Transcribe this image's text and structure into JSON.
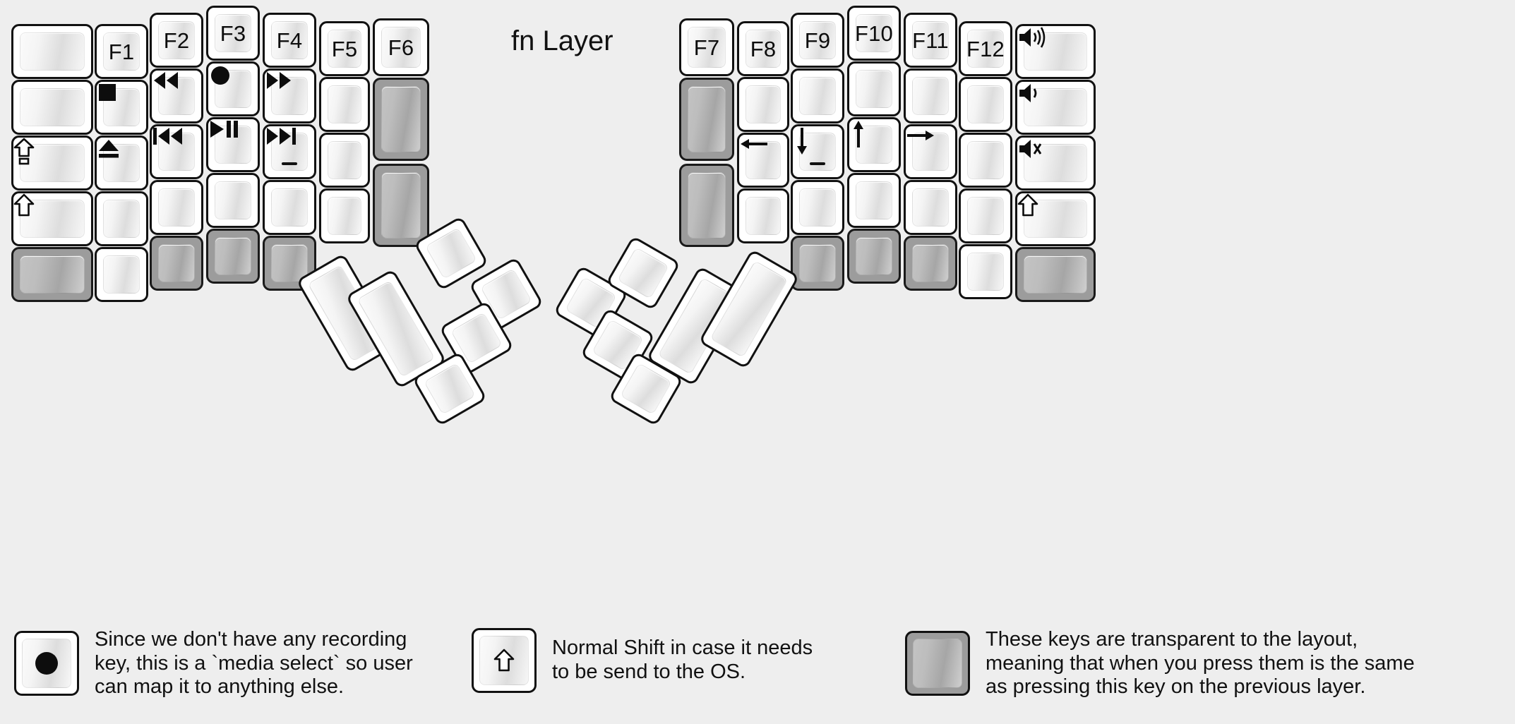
{
  "title": "fn Layer",
  "colors": {
    "background": "#eeeeee",
    "key_face": "#ffffff",
    "key_border": "#111111",
    "transparent_key": "#9c9c9c",
    "text": "#0d0d0d"
  },
  "legend": [
    {
      "key_glyph": "record-dot",
      "text": "Since we don't have any recording\nkey, this is a `media select` so user\ncan map it to anything else."
    },
    {
      "key_glyph": "shift-arrow",
      "text": "Normal Shift in case it needs\nto be send to the OS."
    },
    {
      "key_glyph": "transparent",
      "text": "These keys are transparent to the layout,\nmeaning that when you press them is the same\nas pressing this key on the previous layer."
    }
  ],
  "left_half": {
    "columns": [
      {
        "name": "col-pinky-outer",
        "keys": [
          {
            "label": "",
            "glyph": "",
            "type": "normal"
          },
          {
            "label": "",
            "glyph": "",
            "type": "normal"
          },
          {
            "label": "",
            "glyph": "shift-lock",
            "type": "normal"
          },
          {
            "label": "",
            "glyph": "shift-arrow",
            "type": "normal"
          },
          {
            "label": "",
            "glyph": "",
            "type": "transparent"
          }
        ]
      },
      {
        "name": "col-pinky",
        "keys": [
          {
            "label": "F1",
            "glyph": "",
            "type": "normal"
          },
          {
            "label": "",
            "glyph": "media-stop",
            "type": "normal"
          },
          {
            "label": "",
            "glyph": "media-eject",
            "type": "normal"
          },
          {
            "label": "",
            "glyph": "",
            "type": "normal"
          },
          {
            "label": "",
            "glyph": "",
            "type": "normal"
          }
        ]
      },
      {
        "name": "col-ring",
        "keys": [
          {
            "label": "F2",
            "glyph": "",
            "type": "normal"
          },
          {
            "label": "",
            "glyph": "media-rewind",
            "type": "normal"
          },
          {
            "label": "",
            "glyph": "media-prev",
            "type": "normal"
          },
          {
            "label": "",
            "glyph": "",
            "type": "normal"
          },
          {
            "label": "",
            "glyph": "",
            "type": "transparent"
          }
        ]
      },
      {
        "name": "col-middle",
        "keys": [
          {
            "label": "F3",
            "glyph": "",
            "type": "normal"
          },
          {
            "label": "",
            "glyph": "media-record",
            "type": "normal"
          },
          {
            "label": "",
            "glyph": "media-playpause",
            "type": "normal"
          },
          {
            "label": "",
            "glyph": "",
            "type": "normal"
          },
          {
            "label": "",
            "glyph": "",
            "type": "transparent"
          }
        ]
      },
      {
        "name": "col-index",
        "keys": [
          {
            "label": "F4",
            "glyph": "",
            "type": "normal"
          },
          {
            "label": "",
            "glyph": "media-fastforward",
            "type": "normal"
          },
          {
            "label": "",
            "glyph": "media-next",
            "type": "normal",
            "homing": true
          },
          {
            "label": "",
            "glyph": "",
            "type": "normal"
          },
          {
            "label": "",
            "glyph": "",
            "type": "transparent"
          }
        ]
      },
      {
        "name": "col-inner",
        "keys": [
          {
            "label": "F5",
            "glyph": "",
            "type": "normal"
          },
          {
            "label": "",
            "glyph": "",
            "type": "normal"
          },
          {
            "label": "",
            "glyph": "",
            "type": "normal"
          },
          {
            "label": "",
            "glyph": "",
            "type": "normal"
          }
        ]
      },
      {
        "name": "col-innermost",
        "keys": [
          {
            "label": "F6",
            "glyph": "",
            "type": "normal"
          },
          {
            "label": "",
            "glyph": "",
            "type": "transparent"
          },
          {
            "label": "",
            "glyph": "",
            "type": "transparent"
          }
        ]
      }
    ],
    "thumb_cluster": [
      {
        "name": "thumb-big-1",
        "glyph": "",
        "type": "normal"
      },
      {
        "name": "thumb-big-2",
        "glyph": "",
        "type": "normal"
      },
      {
        "name": "thumb-small-top",
        "glyph": "",
        "type": "normal"
      },
      {
        "name": "thumb-small-mid",
        "glyph": "",
        "type": "normal"
      },
      {
        "name": "thumb-small-right",
        "glyph": "",
        "type": "normal"
      },
      {
        "name": "thumb-small-bottom",
        "glyph": "",
        "type": "normal"
      }
    ]
  },
  "right_half": {
    "columns": [
      {
        "name": "col-innermost",
        "keys": [
          {
            "label": "F7",
            "glyph": "",
            "type": "normal"
          },
          {
            "label": "",
            "glyph": "",
            "type": "transparent"
          },
          {
            "label": "",
            "glyph": "",
            "type": "transparent"
          }
        ]
      },
      {
        "name": "col-inner",
        "keys": [
          {
            "label": "F8",
            "glyph": "",
            "type": "normal"
          },
          {
            "label": "",
            "glyph": "",
            "type": "normal"
          },
          {
            "label": "",
            "glyph": "arrow-left",
            "type": "normal"
          },
          {
            "label": "",
            "glyph": "",
            "type": "normal"
          }
        ]
      },
      {
        "name": "col-index",
        "keys": [
          {
            "label": "F9",
            "glyph": "",
            "type": "normal"
          },
          {
            "label": "",
            "glyph": "",
            "type": "normal"
          },
          {
            "label": "",
            "glyph": "arrow-down",
            "type": "normal",
            "homing": true
          },
          {
            "label": "",
            "glyph": "",
            "type": "normal"
          },
          {
            "label": "",
            "glyph": "",
            "type": "transparent"
          }
        ]
      },
      {
        "name": "col-middle",
        "keys": [
          {
            "label": "F10",
            "glyph": "",
            "type": "normal"
          },
          {
            "label": "",
            "glyph": "",
            "type": "normal"
          },
          {
            "label": "",
            "glyph": "arrow-up",
            "type": "normal"
          },
          {
            "label": "",
            "glyph": "",
            "type": "normal"
          },
          {
            "label": "",
            "glyph": "",
            "type": "transparent"
          }
        ]
      },
      {
        "name": "col-ring",
        "keys": [
          {
            "label": "F11",
            "glyph": "",
            "type": "normal"
          },
          {
            "label": "",
            "glyph": "",
            "type": "normal"
          },
          {
            "label": "",
            "glyph": "arrow-right",
            "type": "normal"
          },
          {
            "label": "",
            "glyph": "",
            "type": "normal"
          },
          {
            "label": "",
            "glyph": "",
            "type": "transparent"
          }
        ]
      },
      {
        "name": "col-pinky",
        "keys": [
          {
            "label": "F12",
            "glyph": "",
            "type": "normal"
          },
          {
            "label": "",
            "glyph": "",
            "type": "normal"
          },
          {
            "label": "",
            "glyph": "",
            "type": "normal"
          },
          {
            "label": "",
            "glyph": "",
            "type": "normal"
          },
          {
            "label": "",
            "glyph": "",
            "type": "normal"
          }
        ]
      },
      {
        "name": "col-pinky-outer",
        "keys": [
          {
            "label": "",
            "glyph": "volume-up",
            "type": "normal"
          },
          {
            "label": "",
            "glyph": "volume-down",
            "type": "normal"
          },
          {
            "label": "",
            "glyph": "volume-mute",
            "type": "normal"
          },
          {
            "label": "",
            "glyph": "shift-arrow",
            "type": "normal"
          },
          {
            "label": "",
            "glyph": "",
            "type": "transparent"
          }
        ]
      }
    ],
    "thumb_cluster": [
      {
        "name": "thumb-small-top-left",
        "glyph": "",
        "type": "normal"
      },
      {
        "name": "thumb-small-top-right",
        "glyph": "",
        "type": "normal"
      },
      {
        "name": "thumb-small-mid",
        "glyph": "",
        "type": "normal"
      },
      {
        "name": "thumb-small-bottom",
        "glyph": "",
        "type": "normal"
      },
      {
        "name": "thumb-big-1",
        "glyph": "",
        "type": "normal"
      },
      {
        "name": "thumb-big-2",
        "glyph": "",
        "type": "normal"
      }
    ]
  }
}
